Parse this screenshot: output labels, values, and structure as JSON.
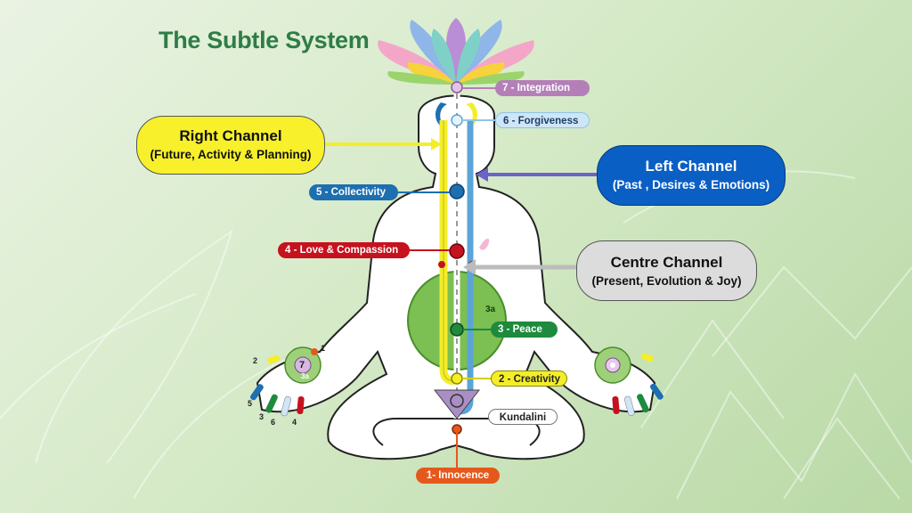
{
  "title": "The Subtle System",
  "channels": {
    "right": {
      "name": "Right Channel",
      "desc": "(Future, Activity & Planning)",
      "color": "#f4ee2a"
    },
    "left": {
      "name": "Left Channel",
      "desc": "(Past , Desires & Emotions)",
      "color": "#0a5fc4"
    },
    "centre": {
      "name": "Centre Channel",
      "desc": "(Present, Evolution & Joy)",
      "color": "#d9d9d9"
    }
  },
  "chakras": [
    {
      "label": "1- Innocence",
      "color": "#e5581c"
    },
    {
      "label": "2 - Creativity",
      "color": "#f1e81f"
    },
    {
      "label": "3 - Peace",
      "color": "#1e8a3e"
    },
    {
      "label": "4 - Love & Compassion",
      "color": "#c5121e"
    },
    {
      "label": "5 - Collectivity",
      "color": "#1d6fb0"
    },
    {
      "label": "6 - Forgiveness",
      "color": "#cfe6f7"
    },
    {
      "label": "7 - Integration",
      "color": "#b47fb8"
    }
  ],
  "kundalini": "Kundalini",
  "void_label": "3a",
  "hand": {
    "center": "7",
    "sub": "3a",
    "fingers": [
      "1",
      "2",
      "5",
      "3",
      "6",
      "4"
    ]
  }
}
